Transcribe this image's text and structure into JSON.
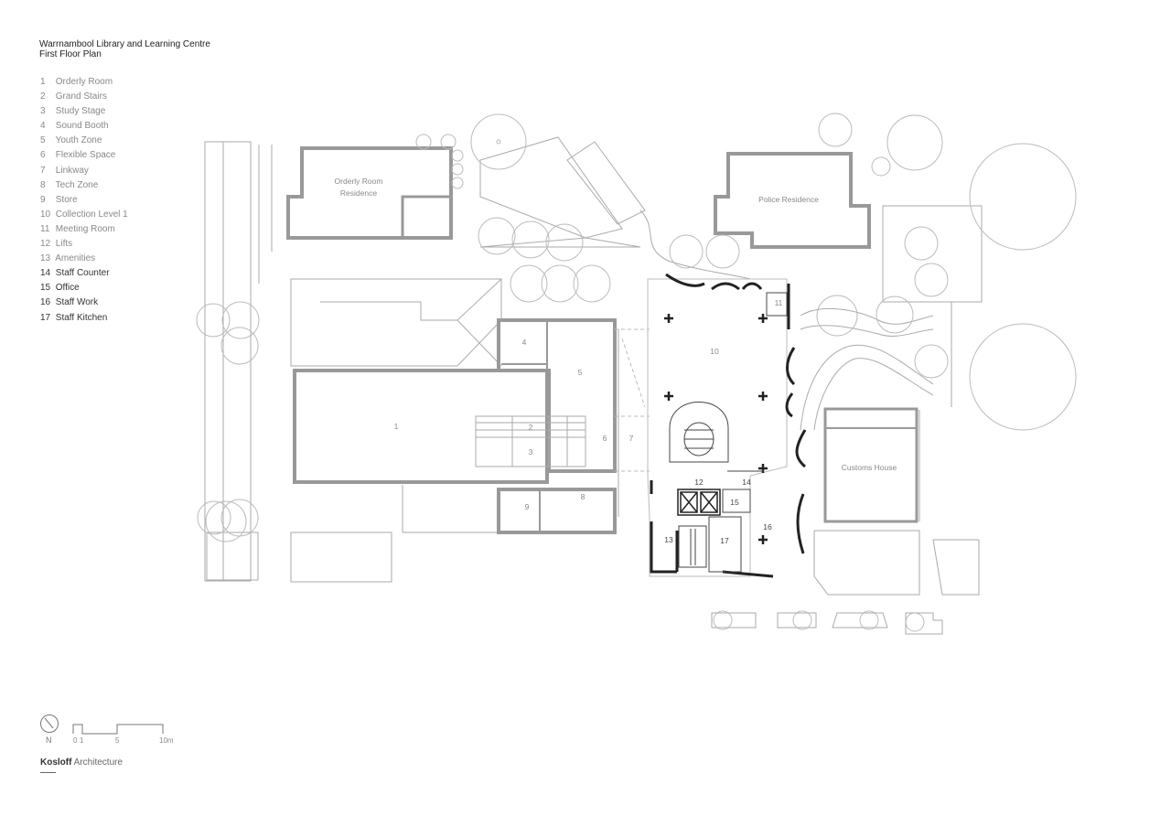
{
  "title": {
    "line1": "Warrnambool Library and Learning Centre",
    "line2": "First Floor Plan"
  },
  "legend": [
    {
      "num": "1",
      "label": "Orderly Room"
    },
    {
      "num": "2",
      "label": "Grand Stairs"
    },
    {
      "num": "3",
      "label": "Study Stage"
    },
    {
      "num": "4",
      "label": "Sound Booth"
    },
    {
      "num": "5",
      "label": "Youth Zone"
    },
    {
      "num": "6",
      "label": "Flexible Space"
    },
    {
      "num": "7",
      "label": "Linkway"
    },
    {
      "num": "8",
      "label": "Tech Zone"
    },
    {
      "num": "9",
      "label": "Store"
    },
    {
      "num": "10",
      "label": "Collection Level 1"
    },
    {
      "num": "11",
      "label": "Meeting Room"
    },
    {
      "num": "12",
      "label": "Lifts"
    },
    {
      "num": "13",
      "label": "Amenities"
    },
    {
      "num": "14",
      "label": "Staff Counter"
    },
    {
      "num": "15",
      "label": "Office"
    },
    {
      "num": "16",
      "label": "Staff Work"
    },
    {
      "num": "17",
      "label": "Staff Kitchen"
    }
  ],
  "buildings": {
    "orderly_residence": [
      "Orderly Room",
      "Residence"
    ],
    "police_residence": "Police Residence",
    "customs_house": "Customs House"
  },
  "room_numbers": [
    "1",
    "2",
    "3",
    "4",
    "5",
    "6",
    "7",
    "8",
    "9",
    "10",
    "11",
    "12",
    "13",
    "14",
    "15",
    "16",
    "17"
  ],
  "north_label": "N",
  "scale_labels": [
    "0",
    "1",
    "5",
    "10m"
  ],
  "brand": {
    "bold": "Kosloff",
    "rest": " Architecture"
  }
}
